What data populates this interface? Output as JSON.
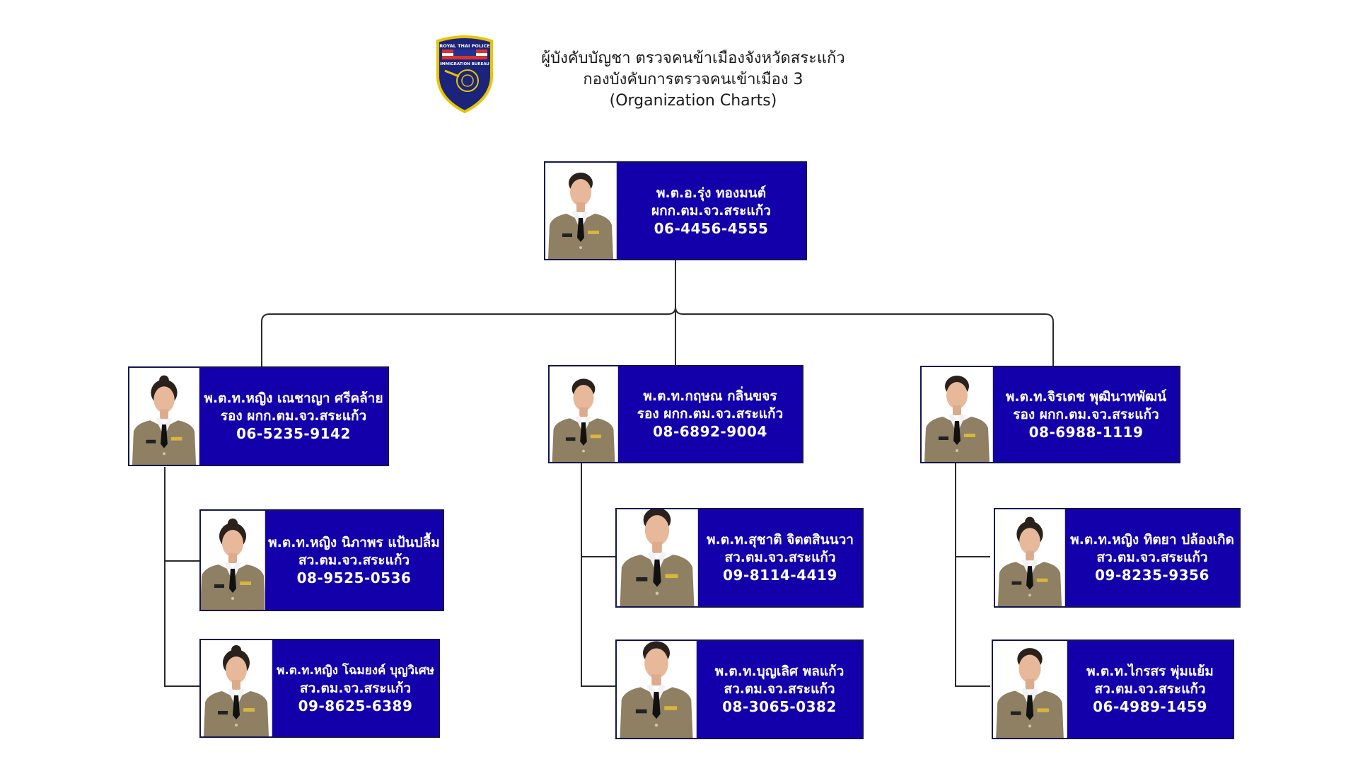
{
  "header": {
    "badge": {
      "icon": "royal-thai-police-immigration-badge",
      "top_text": "ROYAL THAI POLICE",
      "middle_text": "IMMIGRATION BUREAU"
    },
    "title_line1": "ผู้บังคับบัญชา ตรวจคนข้าเมืองจังหวัดสระแก้ว",
    "title_line2": "กองบังคับการตรวจคนเข้าเมือง 3",
    "title_line3": "(Organization Charts)"
  },
  "colors": {
    "card_bg": "#1400aa",
    "card_text": "#ffffff",
    "connector": "#2a2a2a",
    "uniform": "#8f7f63"
  },
  "org": {
    "head": {
      "name": "พ.ต.อ.รุ่ง ทองมนต์",
      "position": "ผกก.ตม.จว.สระแก้ว",
      "phone": "06-4456-4555",
      "gender": "male"
    },
    "deputies": [
      {
        "name": "พ.ต.ท.หญิง เณชาญา ศรีคล้าย",
        "position": "รอง ผกก.ตม.จว.สระแก้ว",
        "phone": "06-5235-9142",
        "gender": "female",
        "reports": [
          {
            "name": "พ.ต.ท.หญิง นิภาพร แป้นปลื้ม",
            "position": "สว.ตม.จว.สระแก้ว",
            "phone": "08-9525-0536",
            "gender": "female"
          },
          {
            "name": "พ.ต.ท.หญิง โฉมยงค์  บุญวิเศษ",
            "position": "สว.ตม.จว.สระแก้ว",
            "phone": "09-8625-6389",
            "gender": "female"
          }
        ]
      },
      {
        "name": "พ.ต.ท.กฤษณ  กลิ่นขจร",
        "position": "รอง ผกก.ตม.จว.สระแก้ว",
        "phone": "08-6892-9004",
        "gender": "male",
        "reports": [
          {
            "name": "พ.ต.ท.สุชาติ  จิตตสินนวา",
            "position": "สว.ตม.จว.สระแก้ว",
            "phone": "09-8114-4419",
            "gender": "male"
          },
          {
            "name": "พ.ต.ท.บุญเลิศ  พลแก้ว",
            "position": "สว.ตม.จว.สระแก้ว",
            "phone": "08-3065-0382",
            "gender": "male"
          }
        ]
      },
      {
        "name": "พ.ต.ท.จิรเดช  พุฒินาทพัฒน์",
        "position": "รอง ผกก.ตม.จว.สระแก้ว",
        "phone": "08-6988-1119",
        "gender": "male",
        "reports": [
          {
            "name": "พ.ต.ท.หญิง ทิตยา ปล้องเกิด",
            "position": "สว.ตม.จว.สระแก้ว",
            "phone": "09-8235-9356",
            "gender": "female"
          },
          {
            "name": "พ.ต.ท.ไกรสร  พุ่มแย้ม",
            "position": "สว.ตม.จว.สระแก้ว",
            "phone": "06-4989-1459",
            "gender": "male"
          }
        ]
      }
    ]
  }
}
